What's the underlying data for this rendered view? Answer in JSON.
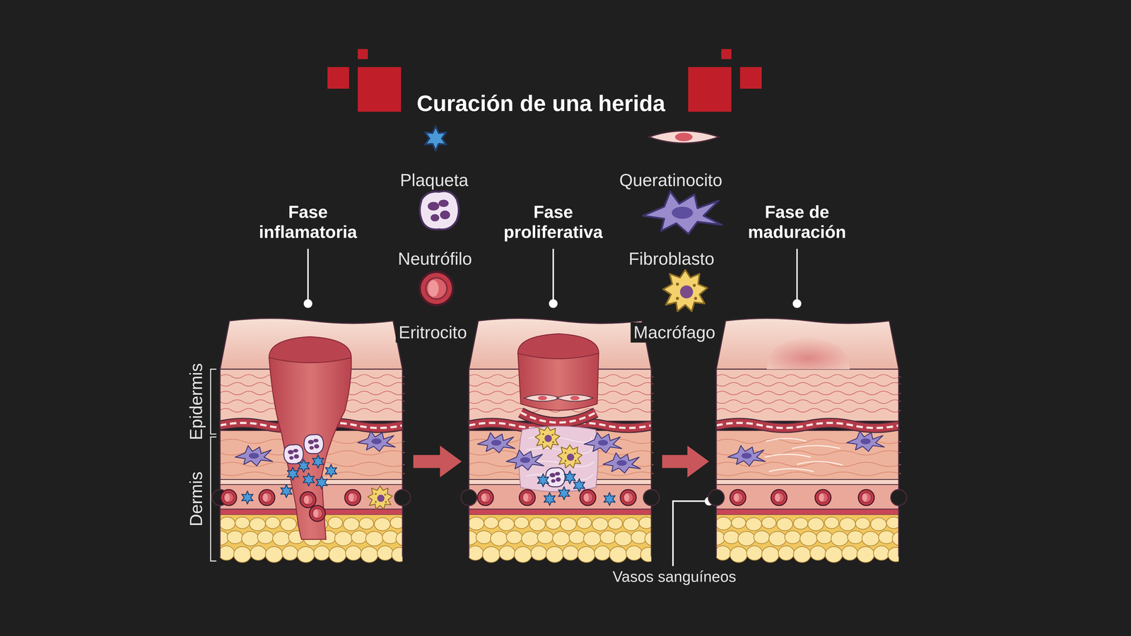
{
  "diagram": {
    "title": "Curación de una herida",
    "nodes": [
      {
        "text": [
          "Fase inflamatoria"
        ]
      },
      {
        "text": [
          "Fase proliferativa"
        ]
      },
      {
        "text": [
          "Fase de maduración"
        ]
      }
    ],
    "edges": [
      {
        "from": 0,
        "to": 1,
        "arrow": "to"
      },
      {
        "from": 1,
        "to": 2,
        "arrow": "to"
      }
    ],
    "labels": [
      "Epidermis",
      "Dermis",
      "Vasos sanguíneos"
    ],
    "legend": [
      {
        "text": "Plaqueta"
      },
      {
        "text": "Neutrófilo"
      },
      {
        "text": "Eritrocito"
      },
      {
        "text": "Queratinocito"
      },
      {
        "text": "Fibroblasto"
      },
      {
        "text": "Macrófago"
      }
    ]
  }
}
